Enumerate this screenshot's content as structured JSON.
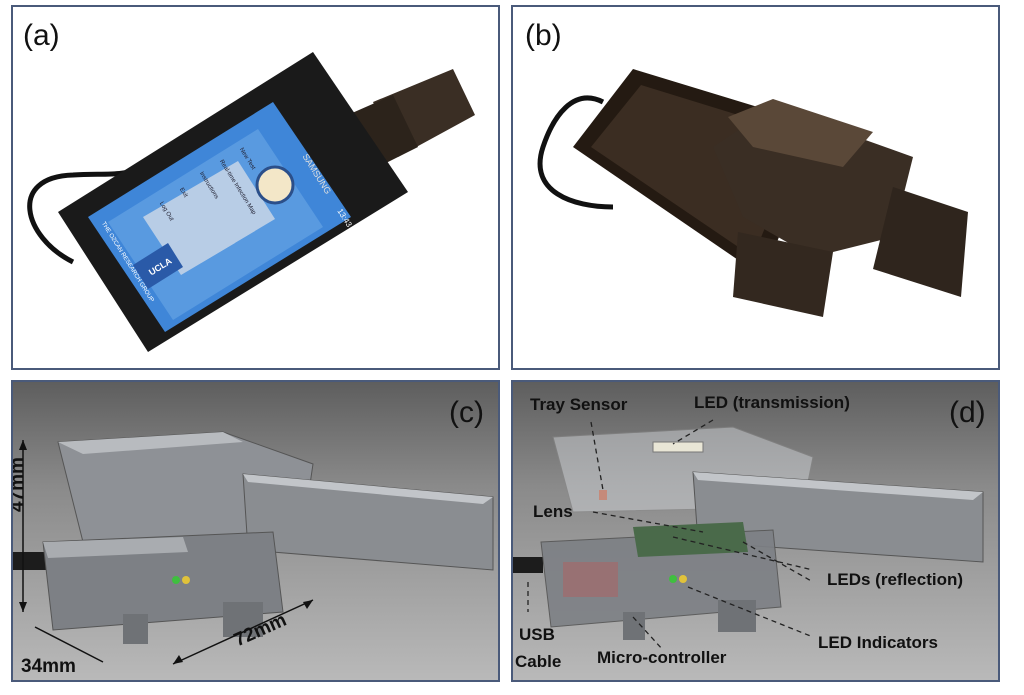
{
  "panels": {
    "a": {
      "label": "(a)"
    },
    "b": {
      "label": "(b)"
    },
    "c": {
      "label": "(c)"
    },
    "d": {
      "label": "(d)"
    }
  },
  "phone_screen": {
    "brand": "SAMSUNG",
    "time": "13:43",
    "menu": [
      "New Test",
      "Real-time Infection Map",
      "Instructions",
      "Exit",
      "Log Out"
    ],
    "logo": "UCLA",
    "group": "THE OZCAN RESEARCH GROUP"
  },
  "dimensions": {
    "height": "47mm",
    "width": "34mm",
    "length": "72mm"
  },
  "callouts": {
    "tray_sensor": "Tray Sensor",
    "led_transmission": "LED (transmission)",
    "lens": "Lens",
    "leds_reflection": "LEDs (reflection)",
    "usb_cable_line1": "USB",
    "usb_cable_line2": "Cable",
    "microcontroller": "Micro-controller",
    "led_indicators": "LED Indicators"
  },
  "colors": {
    "panel_border": "#4a5a7a",
    "screen_blue": "#3f86d8",
    "device_gray": "#8c8f93",
    "device_dark": "#3a2e24"
  }
}
